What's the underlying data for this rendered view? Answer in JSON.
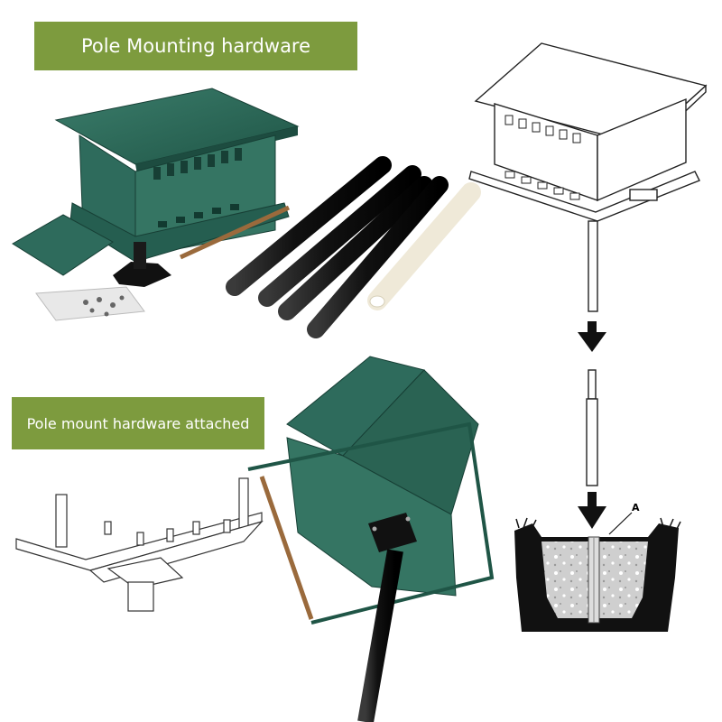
{
  "banners": {
    "top": "Pole Mounting hardware",
    "middle": "Pole mount hardware attached"
  },
  "diagram": {
    "callout_label": "A"
  },
  "colors": {
    "banner_green": "#7d9b3e",
    "feeder_green": "#2e6b5c",
    "pole_black": "#1a1a1a",
    "sleeve_cream": "#efe9d8",
    "wood_perch": "#9a6a3c"
  },
  "icons": [
    "down-arrow-icon",
    "down-arrow-icon",
    "down-arrow-icon"
  ]
}
